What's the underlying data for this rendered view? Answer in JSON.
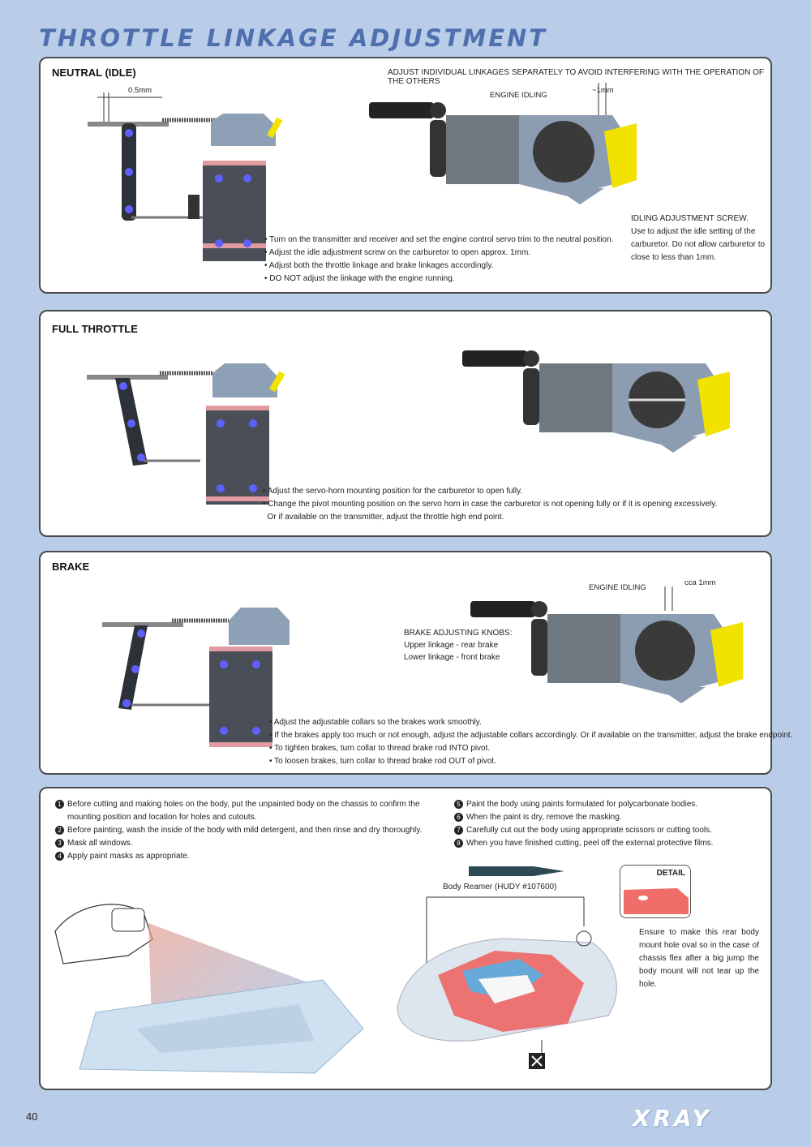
{
  "page_title": "THROTTLE LINKAGE ADJUSTMENT",
  "page_number": "40",
  "brand": "XRAY",
  "colors": {
    "accent": "#4f6fae",
    "background": "#b9cde9",
    "carb_body": "#8c9db2",
    "yellow": "#f2e200"
  },
  "neutral": {
    "heading": "NEUTRAL (IDLE)",
    "note": "ADJUST INDIVIDUAL LINKAGES SEPARATELY TO AVOID INTERFERING WITH THE OPERATION OF THE OTHERS",
    "dim_label": "0.5mm",
    "engine_idling": "ENGINE IDLING",
    "approx": "~1mm",
    "screw_title": "IDLING ADJUSTMENT SCREW.",
    "screw_lines": [
      "Use to adjust the idle setting of the",
      "carburetor. Do not allow carburetor to",
      "close to less than 1mm."
    ],
    "bullets": [
      "• Turn on the transmitter and receiver and set the engine control servo trim to the neutral position.",
      "• Adjust the idle adjustment screw on the carburetor to open approx. 1mm.",
      "• Adjust both the throttle linkage and brake linkages accordingly.",
      "• DO NOT adjust the linkage with the engine running."
    ]
  },
  "full": {
    "heading": "FULL THROTTLE",
    "bullets": [
      "• Adjust the servo-horn mounting position for the carburetor to open fully.",
      "• Change the pivot mounting position on the servo horn in case the carburetor is not opening fully or if it is opening excessively.",
      "  Or if available on the transmitter, adjust the throttle high end point."
    ]
  },
  "brake": {
    "heading": "BRAKE",
    "engine_idling": "ENGINE IDLING",
    "cca": "cca 1mm",
    "knobs_title": "BRAKE ADJUSTING KNOBS:",
    "knobs_upper": "Upper linkage - rear brake",
    "knobs_lower": "Lower linkage - front brake",
    "bullets": [
      "• Adjust the adjustable collars so the brakes work smoothly.",
      "• If the brakes apply too much or not enough, adjust the adjustable collars accordingly. Or if available on the transmitter, adjust the brake endpoint.",
      "• To tighten brakes, turn collar to thread brake rod INTO pivot.",
      "• To loosen brakes, turn collar to thread brake rod OUT of pivot."
    ]
  },
  "body": {
    "steps_left": [
      {
        "n": "1",
        "text": "Before cutting and making holes on the body, put the unpainted body on the chassis to confirm the"
      },
      {
        "n": "",
        "text": "mounting position and location for holes and cutouts."
      },
      {
        "n": "2",
        "text": "Before painting, wash the inside of the body with mild detergent, and then rinse and dry thoroughly."
      },
      {
        "n": "3",
        "text": "Mask all windows."
      },
      {
        "n": "4",
        "text": "Apply paint masks as appropriate."
      }
    ],
    "steps_right": [
      {
        "n": "5",
        "text": "Paint the body using paints formulated for polycarbonate bodies."
      },
      {
        "n": "6",
        "text": "When the paint is dry, remove the masking."
      },
      {
        "n": "7",
        "text": "Carefully cut out the body using appropriate scissors or cutting tools."
      },
      {
        "n": "8",
        "text": "When you have finished cutting, peel off the external protective films."
      }
    ],
    "reamer_label": "Body Reamer (HUDY #107600)",
    "detail_label": "DETAIL",
    "detail_text": "Ensure to make this rear body mount hole oval so in the case of chassis flex after a big jump the body mount will not tear up the hole."
  }
}
